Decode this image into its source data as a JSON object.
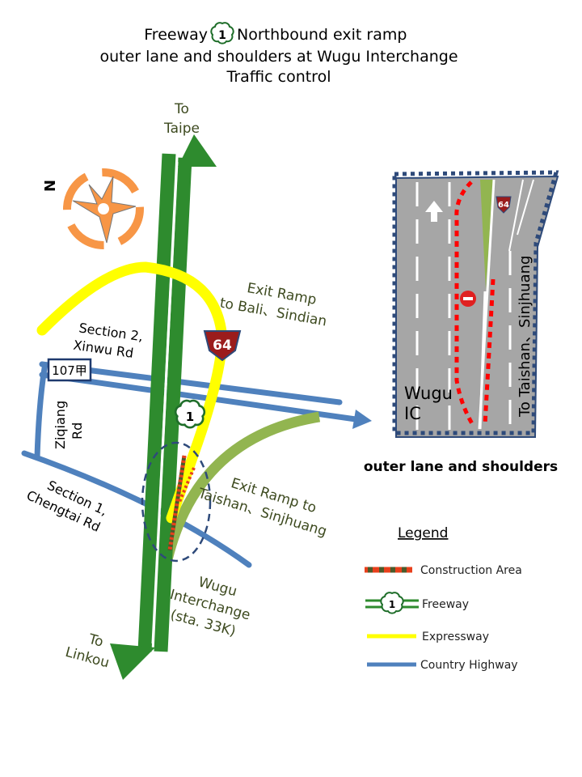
{
  "title": {
    "line1_before": "Freeway",
    "line1_shield": "1",
    "line1_after": "Northbound exit ramp",
    "line2": "outer lane and shoulders at Wugu Interchange",
    "line3": "Traffic control"
  },
  "map": {
    "compass_label": "N",
    "to_taipei": [
      "To",
      "Taipe"
    ],
    "to_linkou": [
      "To",
      "Linkou"
    ],
    "exit_bali": [
      "Exit Ramp",
      "to Bali、Sindian"
    ],
    "exit_taishan": [
      "Exit Ramp to",
      "Taishan、Sinjhuang"
    ],
    "wugu_interchange": [
      "Wugu",
      "Interchange",
      "(sta. 33K)"
    ],
    "xinwu_rd": [
      "Section 2,",
      "Xinwu Rd"
    ],
    "chengtai_rd": [
      "Section 1,",
      "Chengtai Rd"
    ],
    "ziqiang_rd": [
      "Ziqiang",
      "Rd"
    ],
    "route_107": "107甲",
    "expressway_shield": "64",
    "freeway_shield": "1"
  },
  "inset": {
    "wugu_ic": [
      "Wugu",
      "IC"
    ],
    "to_taishan": "To Taishan、Sinjhuang",
    "shield": "64",
    "caption": "outer lane and shoulders"
  },
  "legend": {
    "title": "Legend",
    "items": [
      {
        "label": "Construction Area"
      },
      {
        "label": "Freeway",
        "shield": "1"
      },
      {
        "label": "Expressway"
      },
      {
        "label": "Country Highway"
      }
    ]
  },
  "colors": {
    "freeway": "#2e8b2e",
    "expressway": "#ffff00",
    "highway": "#4f81bd",
    "ramp": "#92b550",
    "construction_red": "#e8401c",
    "compass": "#f79646",
    "shield_red": "#9b1c1c"
  }
}
